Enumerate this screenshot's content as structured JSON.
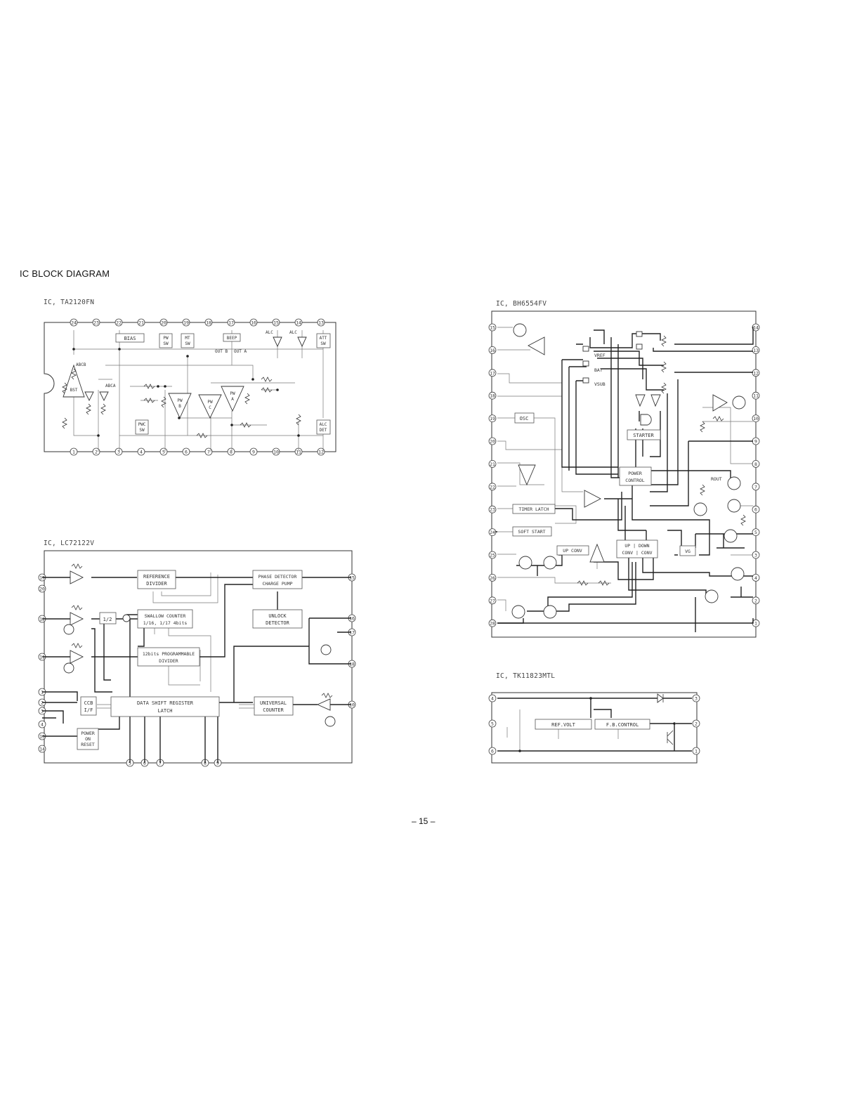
{
  "page": {
    "heading": "IC  BLOCK  DIAGRAM",
    "page_number": "– 15 –"
  },
  "ta2120fn": {
    "title": "IC, TA2120FN",
    "top_pins": [
      "24",
      "23",
      "22",
      "21",
      "20",
      "19",
      "18",
      "17",
      "16",
      "15",
      "14",
      "13"
    ],
    "bottom_pins": [
      "1",
      "2",
      "3",
      "4",
      "5",
      "6",
      "7",
      "8",
      "9",
      "10",
      "11",
      "12"
    ],
    "blocks": {
      "bias": "BIAS",
      "pw_sw_label1": "PW",
      "pw_sw_label2": "SW",
      "mt_sw_label1": "MT",
      "mt_sw_label2": "SW",
      "beep": "BEEP",
      "out_b": "OUT B",
      "out_a": "OUT A",
      "alc_left": "ALC",
      "alc_right": "ALC",
      "att_sw_label1": "ATT",
      "att_sw_label2": "SW",
      "bst": "BST",
      "abcb": "ABCB",
      "abca": "ABCA",
      "pw_b_label1": "PW",
      "pw_b_label2": "B",
      "pw_c_label1": "PW",
      "pw_c_label2": "C",
      "pw_a_label1": "PW",
      "pw_a_label2": "A",
      "pwc_sw_label1": "PWC",
      "pwc_sw_label2": "SW",
      "alc_det_label1": "ALC",
      "alc_det_label2": "DET"
    }
  },
  "bh6554fv": {
    "title": "IC, BH6554FV",
    "left_pins": [
      "15",
      "16",
      "17",
      "18",
      "19",
      "20",
      "21",
      "22",
      "23",
      "24",
      "25",
      "26",
      "27",
      "28"
    ],
    "right_pins": [
      "14",
      "13",
      "12",
      "11",
      "10",
      "9",
      "8",
      "7",
      "6",
      "5",
      "3",
      "4",
      "2",
      "1"
    ],
    "blocks": {
      "vref": "VREF",
      "bat": "BAT",
      "vsub": "VSUB",
      "osc": "OSC",
      "starter": "STARTER",
      "power_control_label1": "POWER",
      "power_control_label2": "CONTROL",
      "rout": "ROUT",
      "timer_latch": "TIMER LATCH",
      "soft_start": "SOFT START",
      "up_conv": "UP CONV",
      "updown_label1": "UP | DOWN",
      "updown_label2": "CONV | CONV",
      "vg": "VG"
    }
  },
  "lc72122v": {
    "title": "IC, LC72122V",
    "left_pins": [
      "19",
      "20",
      "12",
      "11",
      "1",
      "2",
      "3",
      "4",
      "13",
      "14"
    ],
    "right_pins": [
      "15",
      "16",
      "17",
      "18",
      "10"
    ],
    "bottom_pins": [
      "5",
      "6",
      "7",
      "8",
      "9"
    ],
    "blocks": {
      "reference_label1": "REFERENCE",
      "reference_label2": "DIVIDER",
      "phase_label1": "PHASE DETECTOR",
      "phase_label2": "CHARGE PUMP",
      "half": "1/2",
      "swallow_label1": "SWALLOW COUNTER",
      "swallow_label2": "1/16, 1/17 4bits",
      "unlock_label1": "UNLOCK",
      "unlock_label2": "DETECTOR",
      "programmable_label1": "12bits PROGRAMMABLE",
      "programmable_label2": "DIVIDER",
      "ccb_label1": "CCB",
      "ccb_label2": "I/F",
      "shift_label1": "DATA SHIFT REGISTER",
      "shift_label2": "LATCH",
      "universal_label1": "UNIVERSAL",
      "universal_label2": "COUNTER",
      "poweron_label1": "POWER",
      "poweron_label2": "ON",
      "poweron_label3": "RESET"
    }
  },
  "tk11823mtl": {
    "title": "IC, TK11823MTL",
    "left_pins": [
      "4",
      "5",
      "6"
    ],
    "right_pins": [
      "3",
      "2",
      "1"
    ],
    "blocks": {
      "ref_volt": "REF.VOLT",
      "fb_control": "F.B.CONTROL"
    }
  }
}
